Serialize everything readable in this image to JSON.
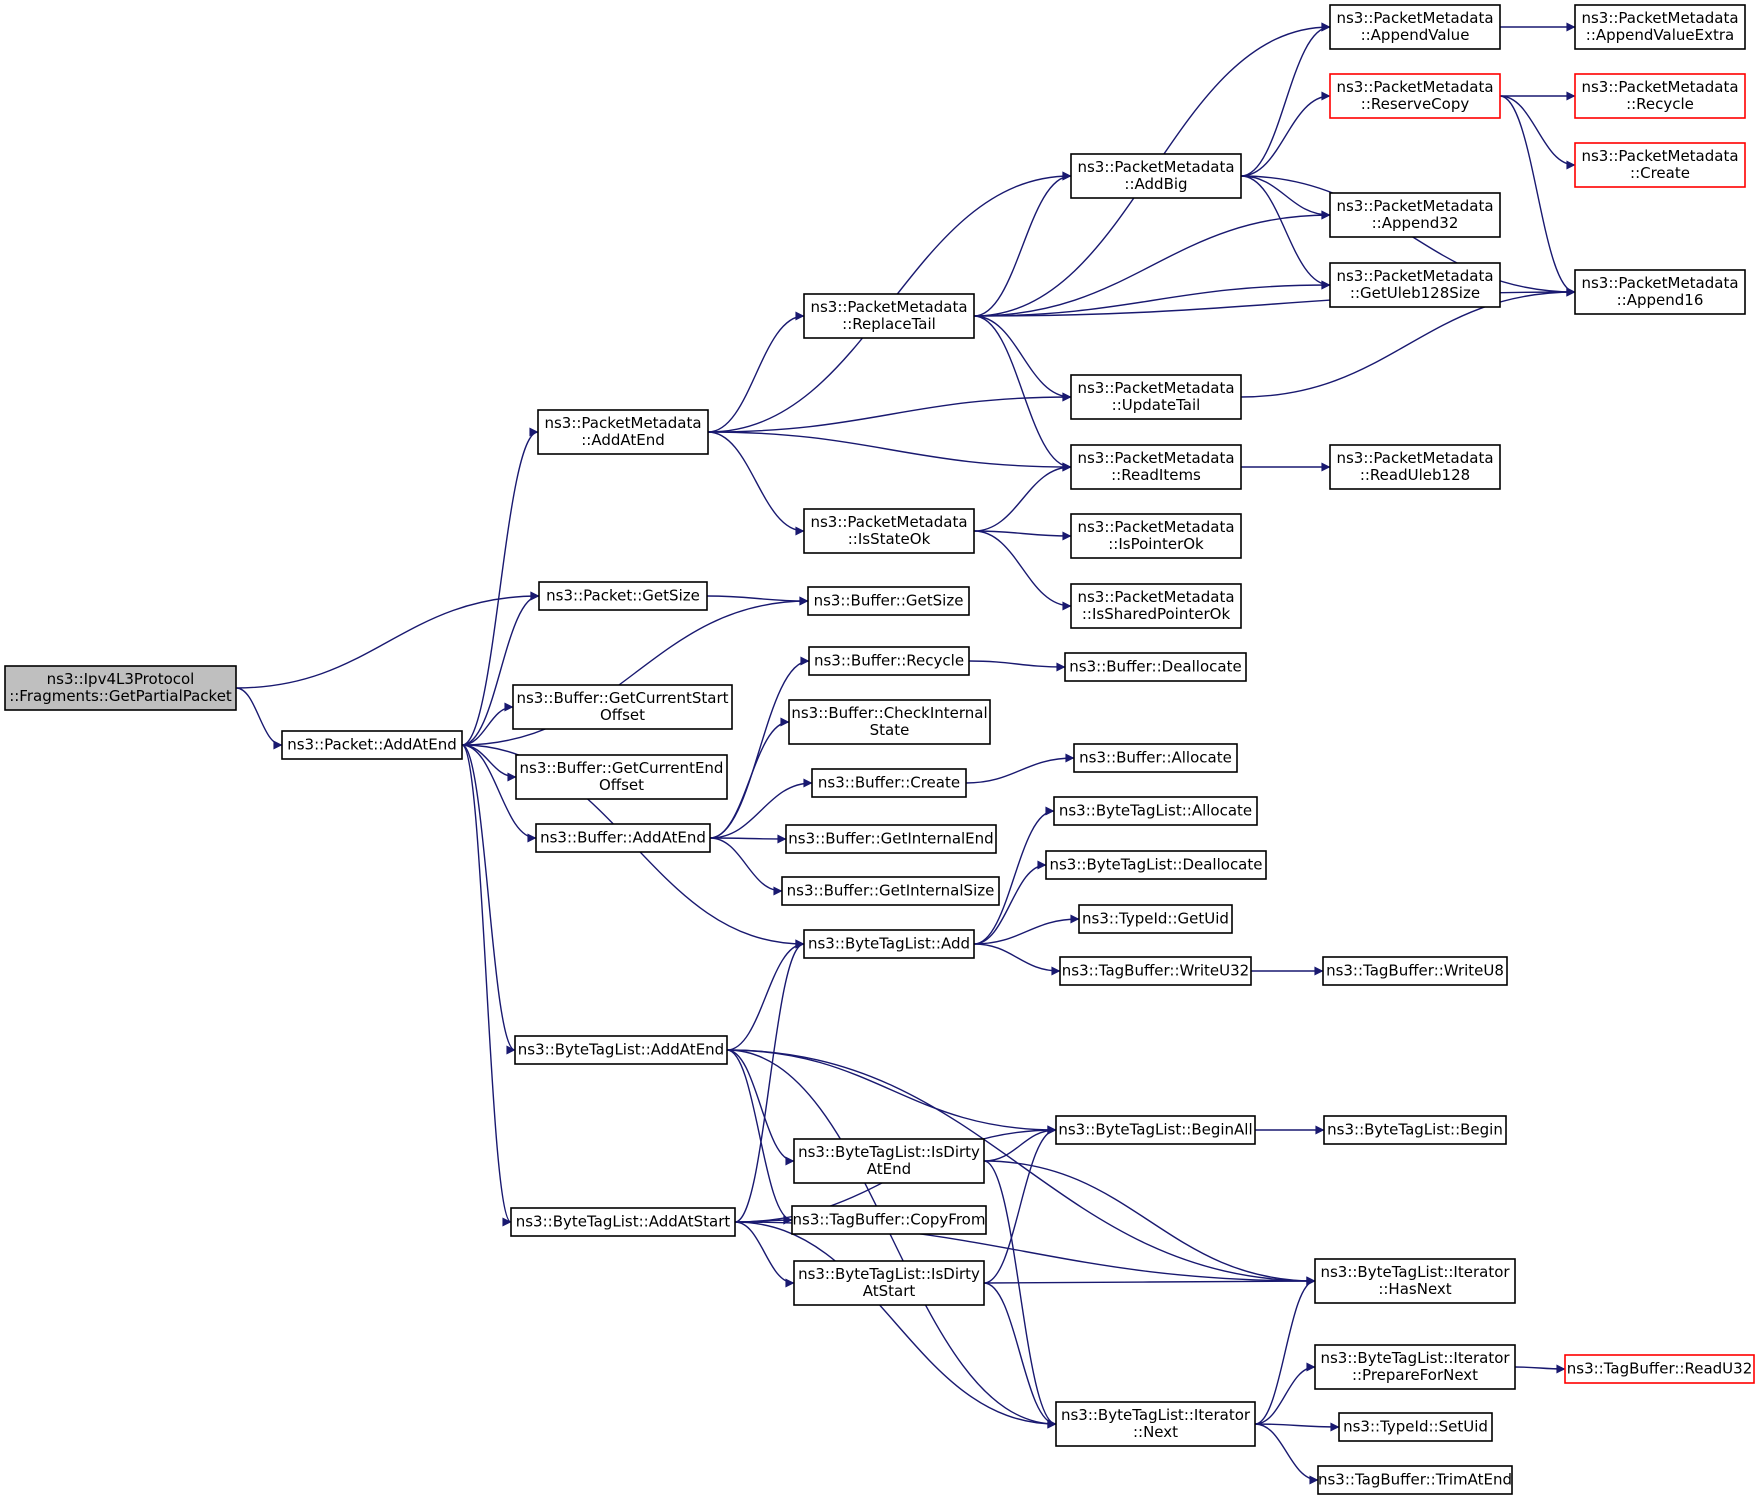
{
  "colors": {
    "edge": "#191970",
    "normal_border": "#000000",
    "truncated_border": "#ff0000",
    "root_fill": "#bfbfbf",
    "node_fill": "#ffffff"
  },
  "nodes": [
    {
      "id": "root",
      "lines": [
        "ns3::Ipv4L3Protocol",
        "::Fragments::GetPartialPacket"
      ],
      "style": "root"
    },
    {
      "id": "addatend",
      "lines": [
        "ns3::Packet::AddAtEnd"
      ],
      "style": "normal"
    },
    {
      "id": "pkt_getsize",
      "lines": [
        "ns3::Packet::GetSize"
      ],
      "style": "normal"
    },
    {
      "id": "pm_addatend",
      "lines": [
        "ns3::PacketMetadata",
        "::AddAtEnd"
      ],
      "style": "normal"
    },
    {
      "id": "buf_cso",
      "lines": [
        "ns3::Buffer::GetCurrentStart",
        "Offset"
      ],
      "style": "normal"
    },
    {
      "id": "buf_ceo",
      "lines": [
        "ns3::Buffer::GetCurrentEnd",
        "Offset"
      ],
      "style": "normal"
    },
    {
      "id": "buf_addatend",
      "lines": [
        "ns3::Buffer::AddAtEnd"
      ],
      "style": "normal"
    },
    {
      "id": "btl_addatend",
      "lines": [
        "ns3::ByteTagList::AddAtEnd"
      ],
      "style": "normal"
    },
    {
      "id": "btl_addatstart",
      "lines": [
        "ns3::ByteTagList::AddAtStart"
      ],
      "style": "normal"
    },
    {
      "id": "pm_replacetail",
      "lines": [
        "ns3::PacketMetadata",
        "::ReplaceTail"
      ],
      "style": "normal"
    },
    {
      "id": "pm_isstateok",
      "lines": [
        "ns3::PacketMetadata",
        "::IsStateOk"
      ],
      "style": "normal"
    },
    {
      "id": "buf_getsize",
      "lines": [
        "ns3::Buffer::GetSize"
      ],
      "style": "normal"
    },
    {
      "id": "buf_recycle",
      "lines": [
        "ns3::Buffer::Recycle"
      ],
      "style": "normal"
    },
    {
      "id": "buf_cis",
      "lines": [
        "ns3::Buffer::CheckInternal",
        "State"
      ],
      "style": "normal"
    },
    {
      "id": "buf_create",
      "lines": [
        "ns3::Buffer::Create"
      ],
      "style": "normal"
    },
    {
      "id": "buf_gie",
      "lines": [
        "ns3::Buffer::GetInternalEnd"
      ],
      "style": "normal"
    },
    {
      "id": "buf_gis",
      "lines": [
        "ns3::Buffer::GetInternalSize"
      ],
      "style": "normal"
    },
    {
      "id": "btl_add",
      "lines": [
        "ns3::ByteTagList::Add"
      ],
      "style": "normal"
    },
    {
      "id": "btl_isdirtyend",
      "lines": [
        "ns3::ByteTagList::IsDirty",
        "AtEnd"
      ],
      "style": "normal"
    },
    {
      "id": "tb_copyfrom",
      "lines": [
        "ns3::TagBuffer::CopyFrom"
      ],
      "style": "normal"
    },
    {
      "id": "btl_isdirtystart",
      "lines": [
        "ns3::ByteTagList::IsDirty",
        "AtStart"
      ],
      "style": "normal"
    },
    {
      "id": "pm_addbig",
      "lines": [
        "ns3::PacketMetadata",
        "::AddBig"
      ],
      "style": "normal"
    },
    {
      "id": "pm_updatetail",
      "lines": [
        "ns3::PacketMetadata",
        "::UpdateTail"
      ],
      "style": "normal"
    },
    {
      "id": "pm_readitems",
      "lines": [
        "ns3::PacketMetadata",
        "::ReadItems"
      ],
      "style": "normal"
    },
    {
      "id": "pm_ispointerok",
      "lines": [
        "ns3::PacketMetadata",
        "::IsPointerOk"
      ],
      "style": "normal"
    },
    {
      "id": "pm_isspok",
      "lines": [
        "ns3::PacketMetadata",
        "::IsSharedPointerOk"
      ],
      "style": "normal"
    },
    {
      "id": "buf_dealloc",
      "lines": [
        "ns3::Buffer::Deallocate"
      ],
      "style": "normal"
    },
    {
      "id": "buf_alloc",
      "lines": [
        "ns3::Buffer::Allocate"
      ],
      "style": "normal"
    },
    {
      "id": "btl_alloc",
      "lines": [
        "ns3::ByteTagList::Allocate"
      ],
      "style": "normal"
    },
    {
      "id": "btl_dealloc",
      "lines": [
        "ns3::ByteTagList::Deallocate"
      ],
      "style": "normal"
    },
    {
      "id": "typeid_getuid",
      "lines": [
        "ns3::TypeId::GetUid"
      ],
      "style": "normal"
    },
    {
      "id": "tb_writeu32",
      "lines": [
        "ns3::TagBuffer::WriteU32"
      ],
      "style": "normal"
    },
    {
      "id": "btl_beginall",
      "lines": [
        "ns3::ByteTagList::BeginAll"
      ],
      "style": "normal"
    },
    {
      "id": "btli_next",
      "lines": [
        "ns3::ByteTagList::Iterator",
        "::Next"
      ],
      "style": "normal"
    },
    {
      "id": "pm_appendvalue",
      "lines": [
        "ns3::PacketMetadata",
        "::AppendValue"
      ],
      "style": "normal"
    },
    {
      "id": "pm_reservecopy",
      "lines": [
        "ns3::PacketMetadata",
        "::ReserveCopy"
      ],
      "style": "truncated"
    },
    {
      "id": "pm_append32",
      "lines": [
        "ns3::PacketMetadata",
        "::Append32"
      ],
      "style": "normal"
    },
    {
      "id": "pm_getuleb",
      "lines": [
        "ns3::PacketMetadata",
        "::GetUleb128Size"
      ],
      "style": "normal"
    },
    {
      "id": "pm_readuleb",
      "lines": [
        "ns3::PacketMetadata",
        "::ReadUleb128"
      ],
      "style": "normal"
    },
    {
      "id": "tb_writeu8",
      "lines": [
        "ns3::TagBuffer::WriteU8"
      ],
      "style": "normal"
    },
    {
      "id": "btl_begin",
      "lines": [
        "ns3::ByteTagList::Begin"
      ],
      "style": "normal"
    },
    {
      "id": "btli_hasnext",
      "lines": [
        "ns3::ByteTagList::Iterator",
        "::HasNext"
      ],
      "style": "normal"
    },
    {
      "id": "btli_pfn",
      "lines": [
        "ns3::ByteTagList::Iterator",
        "::PrepareForNext"
      ],
      "style": "normal"
    },
    {
      "id": "typeid_setuid",
      "lines": [
        "ns3::TypeId::SetUid"
      ],
      "style": "normal"
    },
    {
      "id": "tb_trimatend",
      "lines": [
        "ns3::TagBuffer::TrimAtEnd"
      ],
      "style": "normal"
    },
    {
      "id": "pm_ave",
      "lines": [
        "ns3::PacketMetadata",
        "::AppendValueExtra"
      ],
      "style": "normal"
    },
    {
      "id": "pm_recycle",
      "lines": [
        "ns3::PacketMetadata",
        "::Recycle"
      ],
      "style": "truncated"
    },
    {
      "id": "pm_create",
      "lines": [
        "ns3::PacketMetadata",
        "::Create"
      ],
      "style": "truncated"
    },
    {
      "id": "pm_append16",
      "lines": [
        "ns3::PacketMetadata",
        "::Append16"
      ],
      "style": "normal"
    },
    {
      "id": "tb_readu32",
      "lines": [
        "ns3::TagBuffer::ReadU32"
      ],
      "style": "truncated"
    }
  ],
  "edges": [
    [
      "root",
      "pkt_getsize"
    ],
    [
      "root",
      "addatend"
    ],
    [
      "addatend",
      "pm_addatend"
    ],
    [
      "addatend",
      "pkt_getsize"
    ],
    [
      "addatend",
      "buf_getsize"
    ],
    [
      "addatend",
      "buf_cso"
    ],
    [
      "addatend",
      "buf_ceo"
    ],
    [
      "addatend",
      "buf_addatend"
    ],
    [
      "addatend",
      "btl_add"
    ],
    [
      "addatend",
      "btl_addatend"
    ],
    [
      "addatend",
      "btl_addatstart"
    ],
    [
      "pkt_getsize",
      "buf_getsize"
    ],
    [
      "pm_addatend",
      "pm_addbig"
    ],
    [
      "pm_addatend",
      "pm_replacetail"
    ],
    [
      "pm_addatend",
      "pm_updatetail"
    ],
    [
      "pm_addatend",
      "pm_readitems"
    ],
    [
      "pm_addatend",
      "pm_isstateok"
    ],
    [
      "pm_replacetail",
      "pm_appendvalue"
    ],
    [
      "pm_replacetail",
      "pm_addbig"
    ],
    [
      "pm_replacetail",
      "pm_append32"
    ],
    [
      "pm_replacetail",
      "pm_getuleb"
    ],
    [
      "pm_replacetail",
      "pm_append16"
    ],
    [
      "pm_replacetail",
      "pm_updatetail"
    ],
    [
      "pm_replacetail",
      "pm_readitems"
    ],
    [
      "pm_isstateok",
      "pm_readitems"
    ],
    [
      "pm_isstateok",
      "pm_ispointerok"
    ],
    [
      "pm_isstateok",
      "pm_isspok"
    ],
    [
      "pm_addbig",
      "pm_appendvalue"
    ],
    [
      "pm_addbig",
      "pm_reservecopy"
    ],
    [
      "pm_addbig",
      "pm_append16"
    ],
    [
      "pm_addbig",
      "pm_append32"
    ],
    [
      "pm_addbig",
      "pm_getuleb"
    ],
    [
      "pm_updatetail",
      "pm_append16"
    ],
    [
      "pm_readitems",
      "pm_readuleb"
    ],
    [
      "pm_appendvalue",
      "pm_ave"
    ],
    [
      "pm_reservecopy",
      "pm_recycle"
    ],
    [
      "pm_reservecopy",
      "pm_create"
    ],
    [
      "pm_reservecopy",
      "pm_append16"
    ],
    [
      "buf_addatend",
      "buf_recycle"
    ],
    [
      "buf_addatend",
      "buf_cis"
    ],
    [
      "buf_addatend",
      "buf_create"
    ],
    [
      "buf_addatend",
      "buf_gie"
    ],
    [
      "buf_addatend",
      "buf_gis"
    ],
    [
      "buf_recycle",
      "buf_dealloc"
    ],
    [
      "buf_create",
      "buf_alloc"
    ],
    [
      "btl_add",
      "btl_alloc"
    ],
    [
      "btl_add",
      "btl_dealloc"
    ],
    [
      "btl_add",
      "typeid_getuid"
    ],
    [
      "btl_add",
      "tb_writeu32"
    ],
    [
      "tb_writeu32",
      "tb_writeu8"
    ],
    [
      "btl_addatend",
      "btl_add"
    ],
    [
      "btl_addatend",
      "btli_hasnext"
    ],
    [
      "btl_addatend",
      "btl_beginall"
    ],
    [
      "btl_addatend",
      "btl_isdirtyend"
    ],
    [
      "btl_addatend",
      "tb_copyfrom"
    ],
    [
      "btl_addatend",
      "btli_next"
    ],
    [
      "btl_addatstart",
      "btl_add"
    ],
    [
      "btl_addatstart",
      "btl_beginall"
    ],
    [
      "btl_addatstart",
      "tb_copyfrom"
    ],
    [
      "btl_addatstart",
      "btl_isdirtystart"
    ],
    [
      "btl_addatstart",
      "btli_hasnext"
    ],
    [
      "btl_addatstart",
      "btli_next"
    ],
    [
      "btl_isdirtyend",
      "btl_beginall"
    ],
    [
      "btl_isdirtyend",
      "btli_hasnext"
    ],
    [
      "btl_isdirtyend",
      "btli_next"
    ],
    [
      "btl_isdirtystart",
      "btl_beginall"
    ],
    [
      "btl_isdirtystart",
      "btli_hasnext"
    ],
    [
      "btl_isdirtystart",
      "btli_next"
    ],
    [
      "btl_beginall",
      "btl_begin"
    ],
    [
      "btli_next",
      "btli_hasnext"
    ],
    [
      "btli_next",
      "btli_pfn"
    ],
    [
      "btli_next",
      "typeid_setuid"
    ],
    [
      "btli_next",
      "tb_trimatend"
    ],
    [
      "btli_pfn",
      "tb_readu32"
    ]
  ]
}
